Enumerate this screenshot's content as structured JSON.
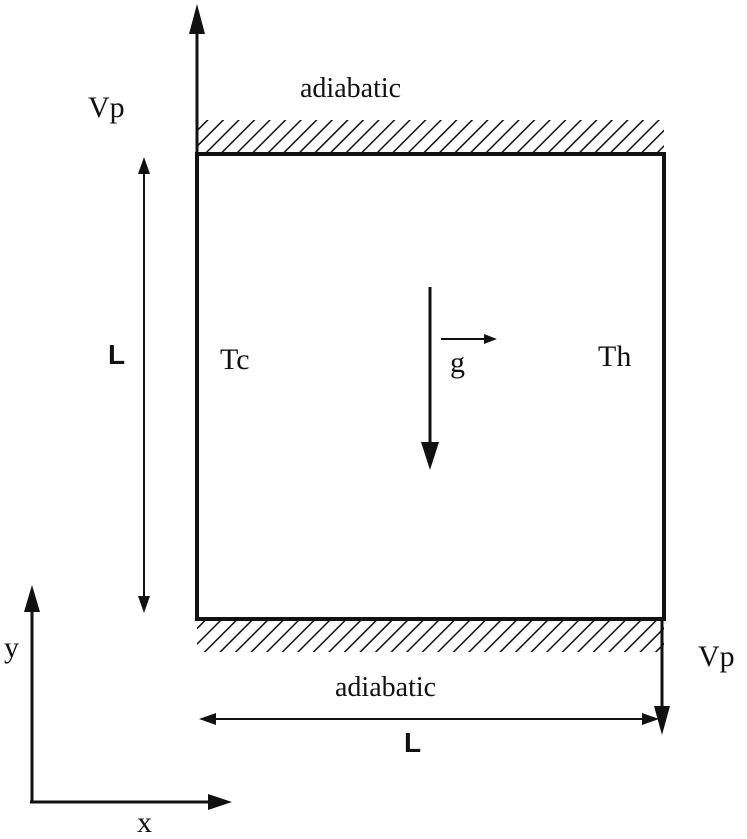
{
  "labels": {
    "adiabatic_top": "adiabatic",
    "adiabatic_bottom": "adiabatic",
    "vp_left": "Vp",
    "vp_right": "Vp",
    "length_vertical": "L",
    "length_horizontal": "L",
    "cold_wall": "Tc",
    "hot_wall": "Th",
    "gravity": "g",
    "axis_x": "x",
    "axis_y": "y"
  }
}
